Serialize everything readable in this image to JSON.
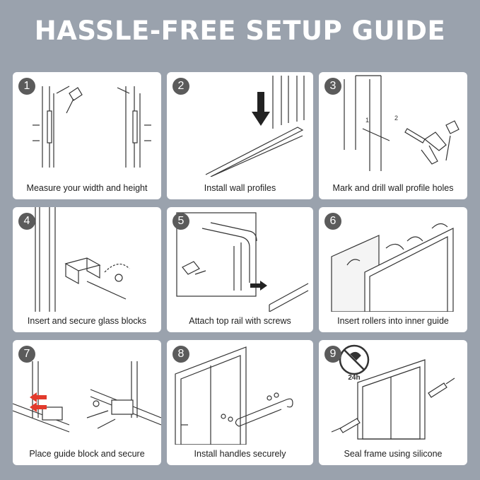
{
  "title": "HASSLE-FREE SETUP GUIDE",
  "steps": [
    {
      "num": "1",
      "caption": "Measure your width and height"
    },
    {
      "num": "2",
      "caption": "Install wall profiles"
    },
    {
      "num": "3",
      "caption": "Mark and drill wall profile holes"
    },
    {
      "num": "4",
      "caption": "Insert and secure glass blocks"
    },
    {
      "num": "5",
      "caption": "Attach top rail with screws"
    },
    {
      "num": "6",
      "caption": "Insert rollers into inner guide"
    },
    {
      "num": "7",
      "caption": "Place guide block and secure"
    },
    {
      "num": "8",
      "caption": "Install handles securely"
    },
    {
      "num": "9",
      "caption": "Seal frame using silicone"
    }
  ],
  "step3_labels": [
    "1",
    "2"
  ],
  "badge_24h": "24h",
  "colors": {
    "background": "#9aa2ad",
    "accent": "#e23a2c",
    "line": "#333333"
  }
}
